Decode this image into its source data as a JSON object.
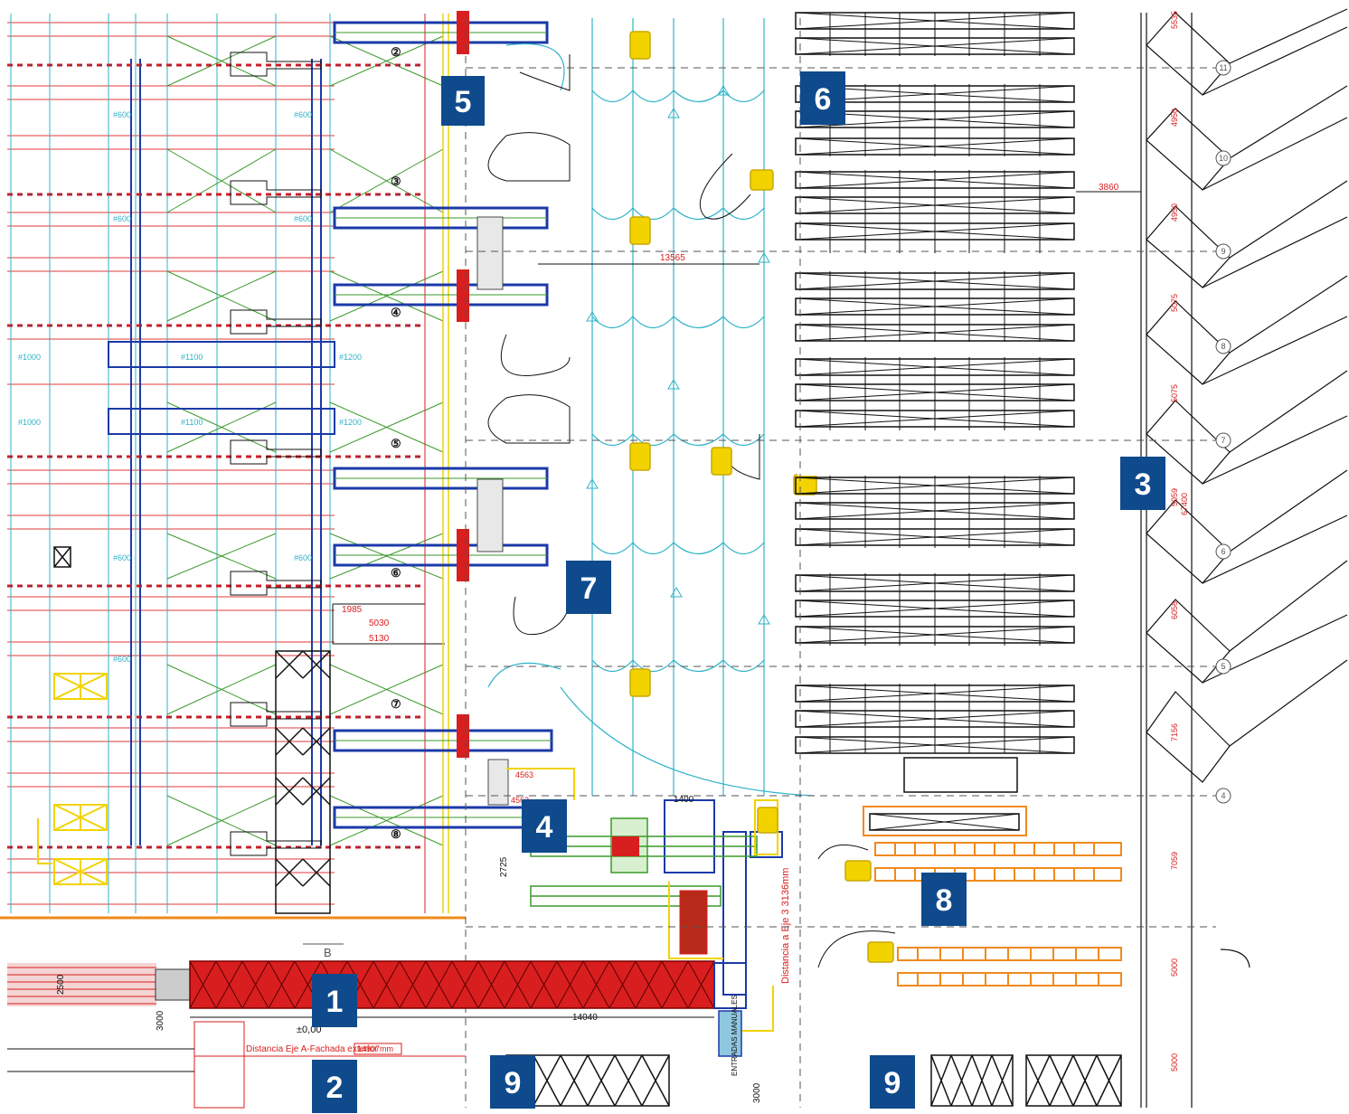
{
  "colors": {
    "racking_red": "#d81e1e",
    "rack_blue": "#1b3aa8",
    "cyan": "#2fb3c8",
    "green": "#3a9a2a",
    "yellow": "#f2d300",
    "orange": "#f08a1c",
    "black_line": "#111111",
    "badge": "#0f4a8c"
  },
  "badges": [
    "1",
    "2",
    "3",
    "4",
    "5",
    "6",
    "7",
    "8",
    "9",
    "9"
  ],
  "dimensions": {
    "d1": "1985",
    "d2": "5030",
    "d3": "5130",
    "d4": "13565",
    "d5": "3860",
    "d6": "14040",
    "d7": "1400",
    "d8": "2725",
    "d9": "2500",
    "d10": "3000",
    "d11": "3000",
    "d12": "±0,00",
    "d13": "67400",
    "d14": "7059",
    "d15": "5000",
    "d16": "5000",
    "d17": "4563",
    "d18": "4563"
  },
  "texts": {
    "facade": "Distancia Eje A-Fachada exterior",
    "facade_value": "14807mm",
    "axis3": "Distancia a Eje 3  3136mm",
    "entradas": "ENTRADAS MANUALES",
    "section": "B"
  },
  "aisle_numbers": [
    "②",
    "③",
    "④",
    "⑤",
    "⑥",
    "⑦",
    "⑧"
  ],
  "grid_axes": [
    "11",
    "10",
    "9",
    "8",
    "7",
    "6",
    "5",
    "4"
  ],
  "bay_dims": [
    "5535",
    "4950",
    "4950",
    "5075",
    "5075",
    "5059",
    "6056",
    "7156"
  ],
  "spacings": [
    "#600",
    "#600",
    "#1000",
    "#1100",
    "#1200"
  ]
}
